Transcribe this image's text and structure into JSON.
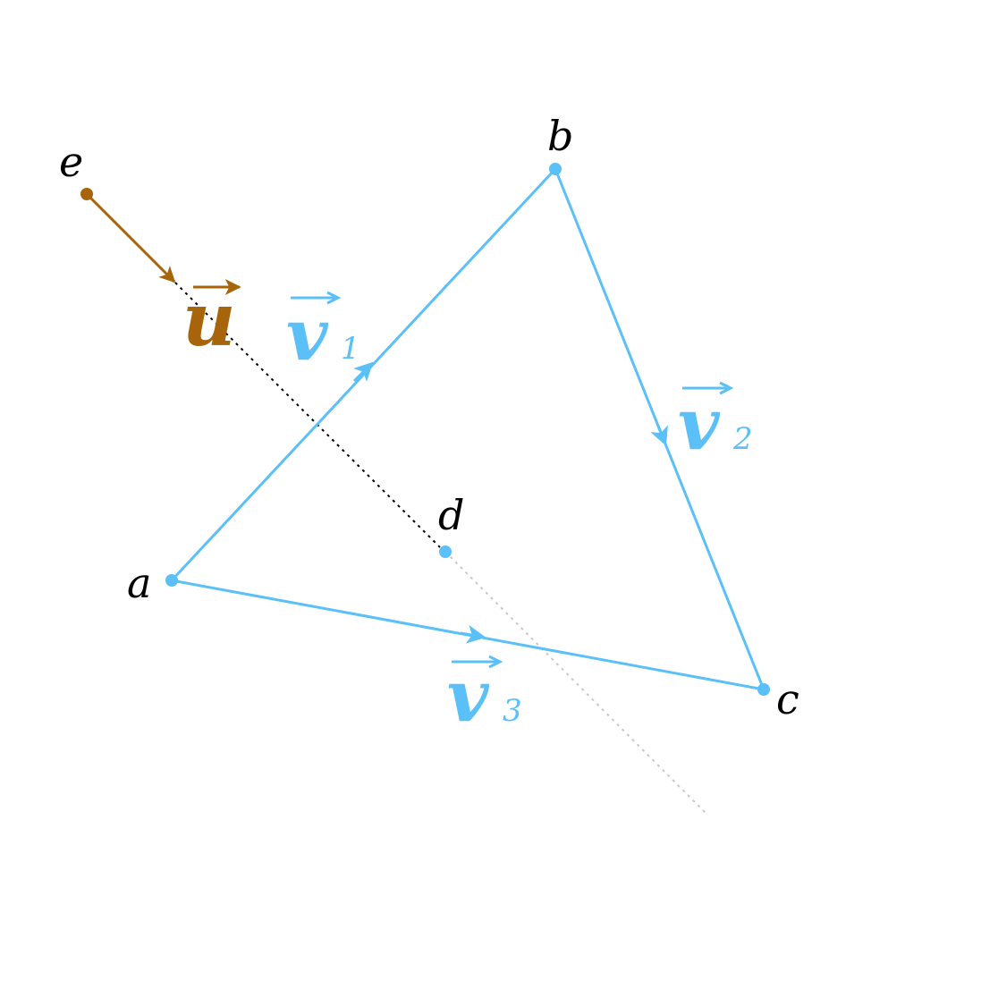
{
  "colors": {
    "triangle": "#5bc0f8",
    "vector_u": "#a8640a",
    "ray_dotted": "#000000",
    "ray_extension": "#c8c8c8",
    "label": "#000000",
    "background": "#ffffff"
  },
  "points": {
    "a": "a",
    "b": "b",
    "c": "c",
    "d": "d",
    "e": "e"
  },
  "vectors": {
    "u": {
      "letter": "u",
      "subscript": ""
    },
    "v1": {
      "letter": "v",
      "subscript": "1"
    },
    "v2": {
      "letter": "v",
      "subscript": "2"
    },
    "v3": {
      "letter": "v",
      "subscript": "3"
    }
  }
}
